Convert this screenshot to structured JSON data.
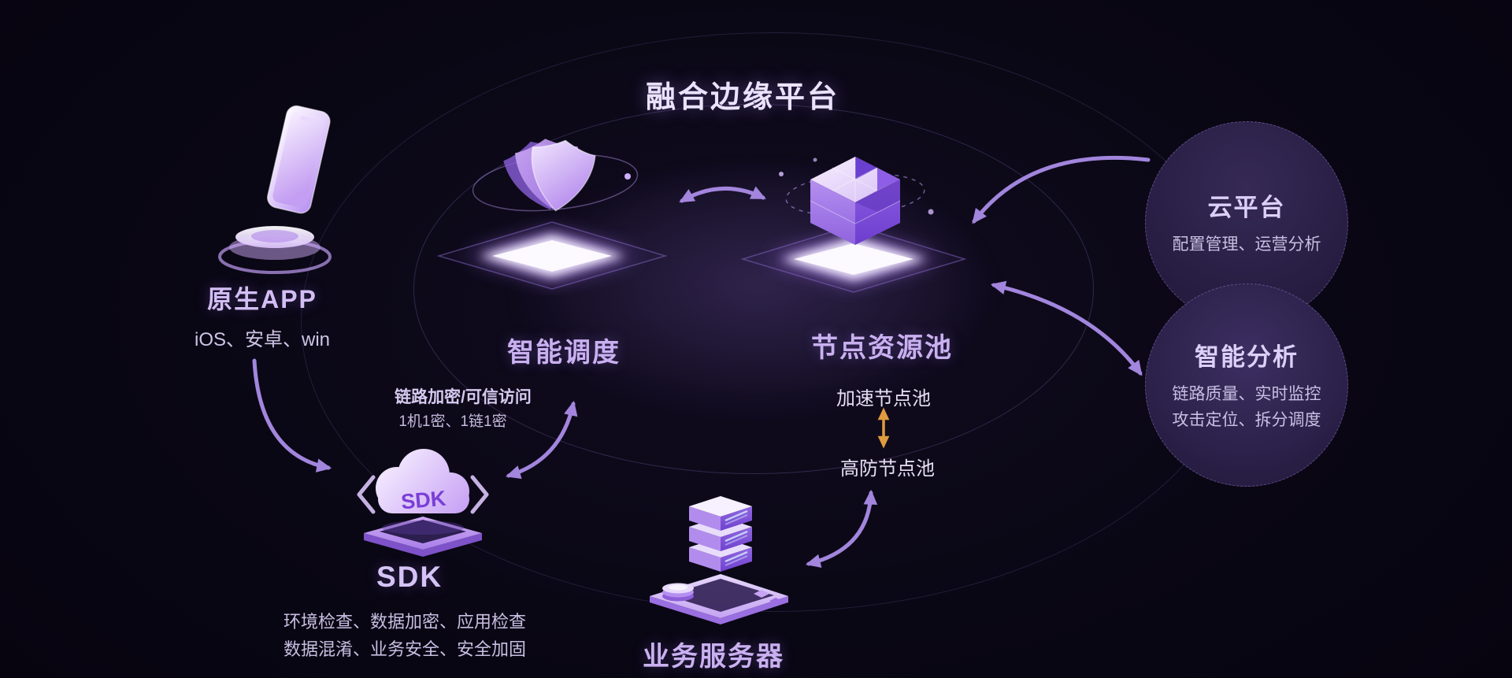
{
  "title": "融合边缘平台",
  "nodes": {
    "native_app": {
      "label": "原生APP",
      "subtitle": "iOS、安卓、win"
    },
    "scheduling": {
      "label": "智能调度"
    },
    "link_note": {
      "line1": "链路加密/可信访问",
      "line2": "1机1密、1链1密"
    },
    "node_pool": {
      "label": "节点资源池",
      "accel_pool": "加速节点池",
      "defense_pool": "高防节点池"
    },
    "cloud_platform": {
      "label": "云平台",
      "subtitle": "配置管理、运营分析"
    },
    "analysis": {
      "label": "智能分析",
      "line1": "链路质量、实时监控",
      "line2": "攻击定位、拆分调度"
    },
    "sdk": {
      "label": "SDK",
      "badge": "SDK",
      "line1": "环境检查、数据加密、应用检查",
      "line2": "数据混淆、业务安全、安全加固"
    },
    "server": {
      "label": "业务服务器"
    }
  },
  "icons": {
    "native_app": "phone-icon",
    "scheduling": "shield-stack-icon",
    "node_pool": "cube-icon",
    "sdk": "sdk-cloud-icon",
    "server": "server-stack-icon"
  },
  "colors": {
    "background": "#0a0715",
    "title_text": "#ebe2fb",
    "label_text": "#c9b0f0",
    "body_text": "#cfc5e6",
    "arrow": "#ab8ce8",
    "orange_arrow": "#e09a3f",
    "circle_fill": "#2a2048"
  }
}
